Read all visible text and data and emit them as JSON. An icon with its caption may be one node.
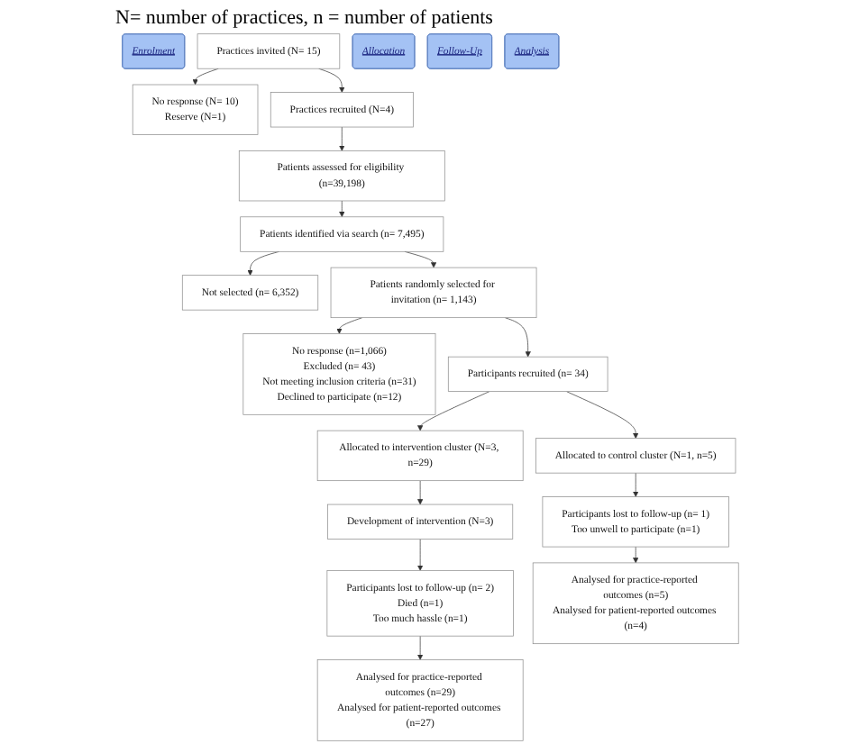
{
  "diagram": {
    "nodes": [
      {
        "text": [
          "Enrolment"
        ]
      },
      {
        "text": [
          "Practices invited (N= 15)"
        ]
      },
      {
        "text": [
          "No response (N= 10)",
          "Reserve (N=1)"
        ]
      },
      {
        "text": [
          "Practices recruited (N=4)"
        ]
      },
      {
        "text": [
          "Patients assessed for eligibility (n=39,198)"
        ]
      },
      {
        "text": [
          "Patients identified via search (n= 7,495)"
        ]
      },
      {
        "text": [
          "Not selected (n= 6,352)"
        ]
      },
      {
        "text": [
          "Patients randomly selected for invitation (n= 1,143)"
        ]
      },
      {
        "text": [
          "No response (n=1,066)",
          "Excluded  (n= 43)",
          "Not meeting inclusion criteria (n=31)",
          "Declined to participate (n=12)"
        ]
      },
      {
        "text": [
          "Participants recruited (n= 34)"
        ]
      },
      {
        "text": [
          "Allocation"
        ]
      },
      {
        "text": [
          "Allocated to intervention cluster (N=3, n=29)"
        ]
      },
      {
        "text": [
          "Allocated to control cluster (N=1, n=5)"
        ]
      },
      {
        "text": [
          "Development of intervention (N=3)"
        ]
      },
      {
        "text": [
          "Follow-Up"
        ]
      },
      {
        "text": [
          "Participants lost to follow-up (n= 2)",
          "Died (n=1)",
          "Too much hassle (n=1)"
        ]
      },
      {
        "text": [
          "Participants lost to follow-up (n= 1)",
          "Too unwell to participate (n=1)"
        ]
      },
      {
        "text": [
          "Analysis"
        ]
      },
      {
        "text": [
          "Analysed for practice-reported outcomes (n=29)",
          "Analysed for patient-reported outcomes (n=27)"
        ]
      },
      {
        "text": [
          "Analysed for practice-reported outcomes (n=5)",
          "Analysed for patient-reported outcomes (n=4)"
        ]
      }
    ],
    "edges": [
      {
        "from": 1,
        "to": 2,
        "arrow": "to"
      },
      {
        "from": 1,
        "to": 3,
        "arrow": "to"
      },
      {
        "from": 3,
        "to": 4,
        "arrow": "to"
      },
      {
        "from": 4,
        "to": 5,
        "arrow": "to"
      },
      {
        "from": 5,
        "to": 6,
        "arrow": "to"
      },
      {
        "from": 5,
        "to": 7,
        "arrow": "to"
      },
      {
        "from": 7,
        "to": 8,
        "arrow": "to"
      },
      {
        "from": 7,
        "to": 9,
        "arrow": "to"
      },
      {
        "from": 9,
        "to": 11,
        "arrow": "to"
      },
      {
        "from": 9,
        "to": 12,
        "arrow": "to"
      },
      {
        "from": 11,
        "to": 13,
        "arrow": "to"
      },
      {
        "from": 13,
        "to": 15,
        "arrow": "to"
      },
      {
        "from": 12,
        "to": 16,
        "arrow": "to"
      },
      {
        "from": 15,
        "to": 18,
        "arrow": "to"
      },
      {
        "from": 16,
        "to": 19,
        "arrow": "to"
      }
    ],
    "labels": [
      "N= number of practices, n = number of patients"
    ]
  }
}
